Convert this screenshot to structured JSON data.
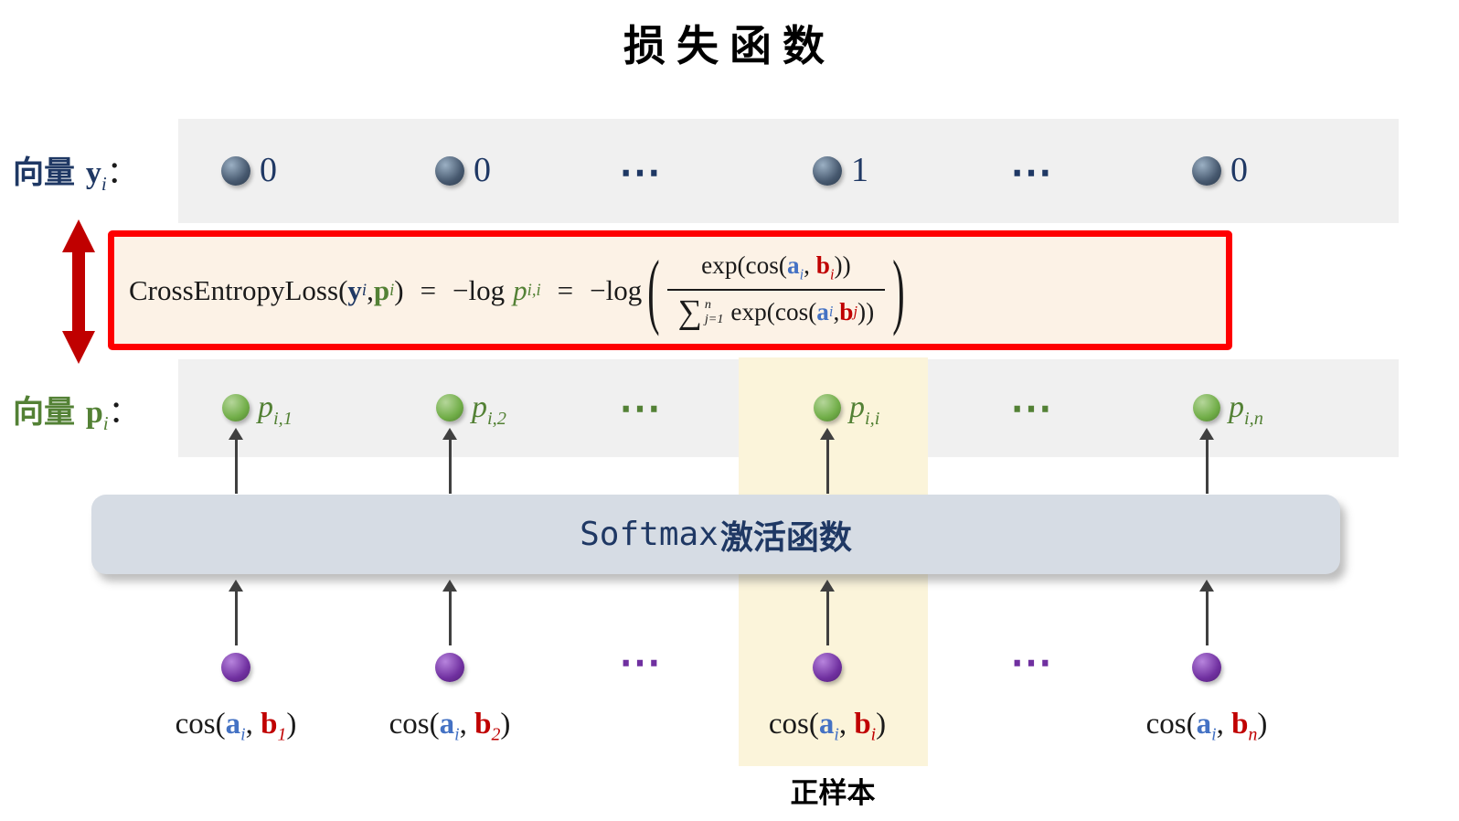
{
  "title": "损失函数",
  "colors": {
    "navy": "#1f3864",
    "green": "#538135",
    "blue": "#4472c4",
    "dark-red": "#c00000",
    "purple": "#7030a0",
    "band": "#f0f0f0",
    "formula-fill": "#fcf2e6",
    "formula-border": "#fe0000",
    "softmax-fill": "#d6dce4",
    "highlight": "#fbf4da",
    "arrow": "#404040"
  },
  "y_row": {
    "label": {
      "prefix": "向量 ",
      "var": "y",
      "sub": "i",
      "colon": "："
    },
    "items": [
      {
        "value": "0"
      },
      {
        "value": "0"
      },
      {
        "value": "⋯"
      },
      {
        "value": "1"
      },
      {
        "value": "⋯"
      },
      {
        "value": "0"
      }
    ]
  },
  "p_row": {
    "label": {
      "prefix": "向量 ",
      "var": "p",
      "sub": "i",
      "colon": "："
    },
    "items": [
      {
        "var": "p",
        "sub": "i,1"
      },
      {
        "var": "p",
        "sub": "i,2"
      },
      {
        "value": "⋯"
      },
      {
        "var": "p",
        "sub": "i,i"
      },
      {
        "value": "⋯"
      },
      {
        "var": "p",
        "sub": "i,n"
      }
    ]
  },
  "formula": {
    "fn": "CrossEntropyLoss(",
    "y_var": "y",
    "y_sub": "i",
    "sep1": ", ",
    "p_var": "p",
    "p_sub": "i",
    "close1": ")",
    "eq1": "=",
    "minus_log1": "−log",
    "pii_var": "p",
    "pii_sub": "i,i",
    "eq2": "=",
    "minus_log2": "−log",
    "open_paren": "(",
    "numerator": {
      "exp": "exp(cos(",
      "a_var": "a",
      "a_sub": "i",
      "sep": ", ",
      "b_var": "b",
      "b_sub": "i",
      "close": "))"
    },
    "denominator": {
      "sum": "∑",
      "sum_sup": "n",
      "sum_sub": "j=1",
      "exp": "exp(cos(",
      "a_var": "a",
      "a_sub": "i",
      "sep": ", ",
      "b_var": "b",
      "b_sub": "j",
      "close": "))"
    },
    "close_paren": ")"
  },
  "softmax": {
    "label_en": "Softmax",
    "label_zh": "激活函数"
  },
  "cos_row": {
    "items": [
      {
        "prefix": "cos(",
        "a_var": "a",
        "a_sub": "i",
        "sep": ", ",
        "b_var": "b",
        "b_sub": "1",
        "close": ")"
      },
      {
        "prefix": "cos(",
        "a_var": "a",
        "a_sub": "i",
        "sep": ", ",
        "b_var": "b",
        "b_sub": "2",
        "close": ")"
      },
      {
        "value": "⋯"
      },
      {
        "prefix": "cos(",
        "a_var": "a",
        "a_sub": "i",
        "sep": ", ",
        "b_var": "b",
        "b_sub": "i",
        "close": ")"
      },
      {
        "value": "⋯"
      },
      {
        "prefix": "cos(",
        "a_var": "a",
        "a_sub": "i",
        "sep": ", ",
        "b_var": "b",
        "b_sub": "n",
        "close": ")"
      }
    ]
  },
  "positive_label": "正样本"
}
